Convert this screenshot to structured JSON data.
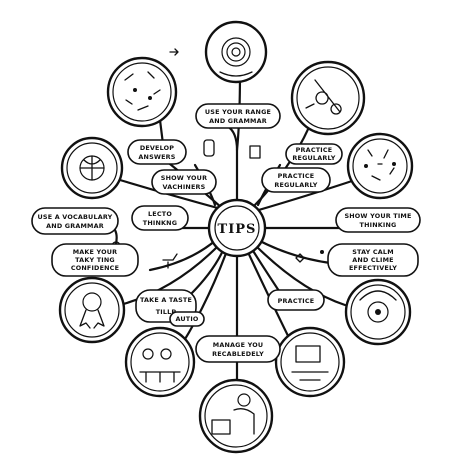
{
  "hub": {
    "label": "TIPS"
  },
  "labels": {
    "top": [
      "USE YOUR RANGE",
      "AND GRAMMAR"
    ],
    "develop": [
      "DEVELOP",
      "ANSWERS"
    ],
    "show_vaca": [
      "SHOW YOUR",
      "VACHINERS"
    ],
    "practice_top": [
      "PRACTICE",
      "REGULARLY"
    ],
    "practice_mid": [
      "PRACTICE",
      "REGULARLY"
    ],
    "use_vocab": [
      "USE A VOCABULARY",
      "AND GRAMMAR"
    ],
    "lecto": [
      "LECTO",
      "THINKNG"
    ],
    "show_time": [
      "SHOW YOUR TIME",
      "THINKING"
    ],
    "make_your": [
      "MAKE YOUR",
      "TAKY TING",
      "CONFIDENCE"
    ],
    "stay_calm": [
      "STAY CALM",
      "AND CLIME",
      "EFFECTIVELY"
    ],
    "take_taste": [
      "TAKE A TASTE",
      "TILLP"
    ],
    "auto": [
      "AUTIO"
    ],
    "practice_bot": [
      "PRACTICE"
    ],
    "manage": [
      "MANAGE YOU",
      "RECABLEDELY"
    ]
  }
}
